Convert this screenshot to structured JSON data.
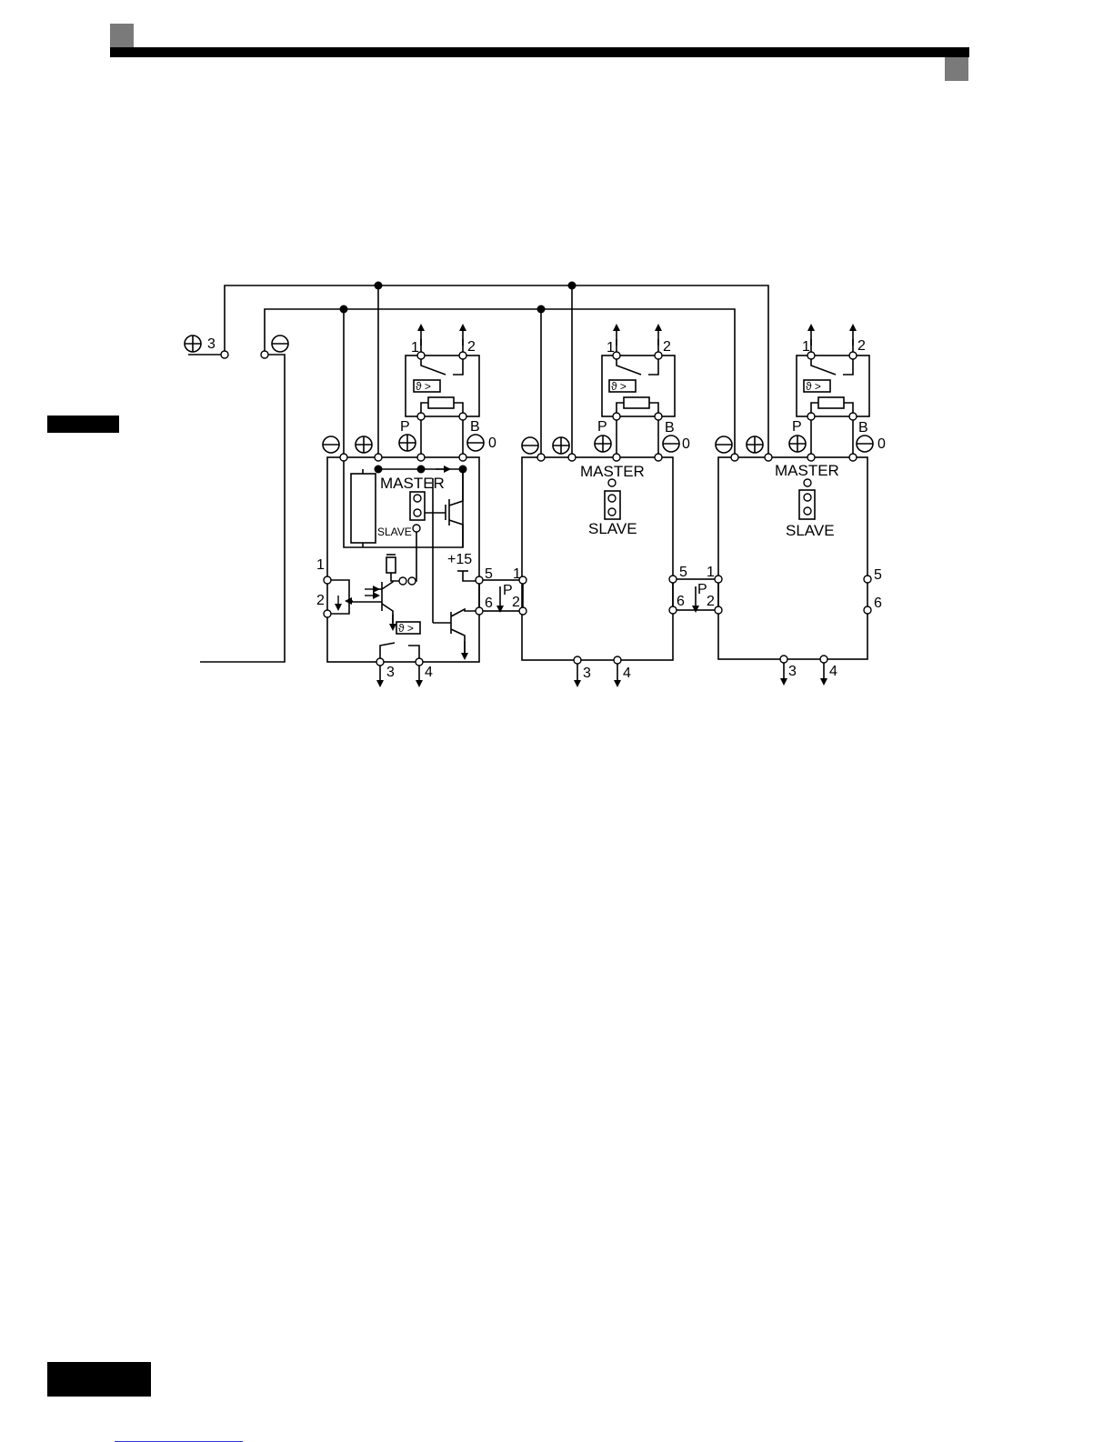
{
  "modules": [
    {
      "master_label": "MASTER",
      "slave_label": "SLAVE",
      "terminals": {
        "p": "P",
        "b": "B",
        "zero": "0",
        "relay_out_1": "1",
        "relay_out_2": "2",
        "fault_3": "3",
        "fault_4": "4",
        "in_1": "1",
        "in_2": "2",
        "in_5": "5",
        "in_6": "6",
        "p15": "+15",
        "link_p": "P",
        "link_2": "2"
      },
      "thermal_symbol": "ϑ >"
    },
    {
      "master_label": "MASTER",
      "slave_label": "SLAVE",
      "terminals": {
        "p": "P",
        "b": "B",
        "zero": "0",
        "relay_out_1": "1",
        "relay_out_2": "2",
        "fault_3": "3",
        "fault_4": "4",
        "in_1": "1",
        "in_5": "5",
        "in_6": "6",
        "link_p": "P",
        "link_2": "2"
      },
      "thermal_symbol": "ϑ >"
    },
    {
      "master_label": "MASTER",
      "slave_label": "SLAVE",
      "terminals": {
        "p": "P",
        "b": "B",
        "zero": "0",
        "relay_out_1": "1",
        "relay_out_2": "2",
        "fault_3": "3",
        "fault_4": "4",
        "in_1": "1",
        "in_5": "5",
        "in_6": "6"
      },
      "thermal_symbol": "ϑ >"
    }
  ],
  "source": {
    "plus_terminal": "3"
  },
  "icons": [
    "plus-circle-icon",
    "minus-circle-icon",
    "thermal-relay-icon",
    "resistor-icon",
    "transistor-icon",
    "optocoupler-icon"
  ]
}
